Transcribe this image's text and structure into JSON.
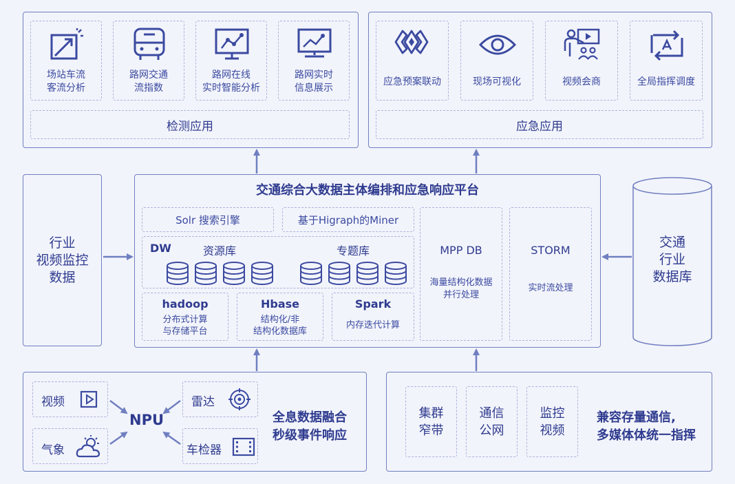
{
  "monitor_section": {
    "tiles": [
      {
        "line1": "场站车流",
        "line2": "客流分析"
      },
      {
        "line1": "路网交通",
        "line2": "流指数"
      },
      {
        "line1": "路网在线",
        "line2": "实时智能分析"
      },
      {
        "line1": "路网实时",
        "line2": "信息展示"
      }
    ],
    "footer": "检测应用"
  },
  "emergency_section": {
    "tiles": [
      {
        "label": "应急预案联动"
      },
      {
        "label": "现场可视化"
      },
      {
        "label": "视频会商"
      },
      {
        "label": "全局指挥调度"
      }
    ],
    "footer": "应急应用"
  },
  "left_source": {
    "line1": "行业",
    "line2": "视频监控",
    "line3": "数据"
  },
  "right_source": {
    "line1": "交通",
    "line2": "行业",
    "line3": "数据库"
  },
  "platform": {
    "title": "交通综合大数据主体编排和应急响应平台",
    "solr": "Solr 搜索引擎",
    "miner": "基于Higraph的Miner",
    "dw": "DW",
    "resource_lib": "资源库",
    "topic_lib": "专题库",
    "hadoop": {
      "name": "hadoop",
      "line1": "分布式计算",
      "line2": "与存储平台"
    },
    "hbase": {
      "name": "Hbase",
      "line1": "结构化/非",
      "line2": "结构化数据库"
    },
    "spark": {
      "name": "Spark",
      "line1": "内存迭代计算"
    },
    "mpp": {
      "name": "MPP DB",
      "line1": "海量结构化数据",
      "line2": "并行处理"
    },
    "storm": {
      "name": "STORM",
      "line1": "实时流处理"
    }
  },
  "fusion_section": {
    "video": "视频",
    "weather": "气象",
    "npu": "NPU",
    "radar": "雷达",
    "detector": "车检器",
    "caption_line1": "全息数据融合",
    "caption_line2": "秒级事件响应"
  },
  "comm_section": {
    "tiles": [
      {
        "line1": "集群",
        "line2": "窄带"
      },
      {
        "line1": "通信",
        "line2": "公网"
      },
      {
        "line1": "监控",
        "line2": "视频"
      }
    ],
    "caption_line1": "兼容存量通信,",
    "caption_line2": "多媒体体统一指挥"
  },
  "colors": {
    "primary": "#3b4aa0",
    "border": "#6f7fc0",
    "dash": "#aab3da",
    "arrow": "#6f7fc0",
    "background": "#f2f4fb"
  }
}
